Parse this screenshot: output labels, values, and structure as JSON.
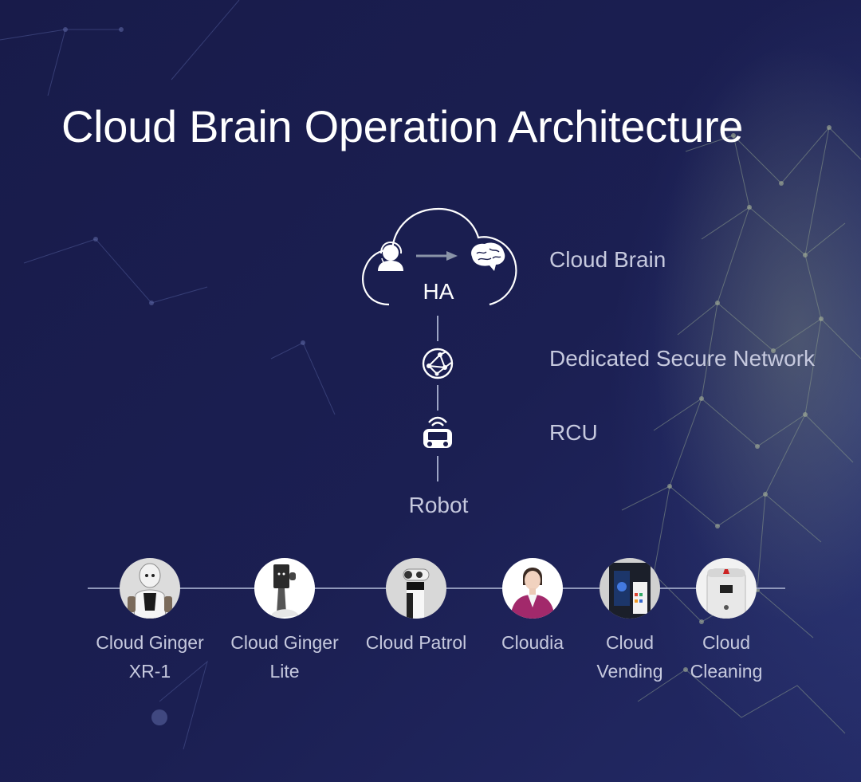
{
  "title": "Cloud Brain Operation Architecture",
  "architecture": {
    "cloud": {
      "label": "HA",
      "left_icon": "agent-headset-icon",
      "arrow": "arrow-right-icon",
      "right_icon": "brain-icon"
    },
    "layers": [
      {
        "name": "Cloud Brain",
        "icon": "cloud-icon"
      },
      {
        "name": "Dedicated Secure Network",
        "icon": "network-globe-icon"
      },
      {
        "name": "RCU",
        "icon": "rcu-device-icon"
      }
    ],
    "bottom_label": "Robot"
  },
  "products": [
    {
      "name": "Cloud Ginger\nXR-1",
      "image": "humanoid-robot"
    },
    {
      "name": "Cloud Ginger\nLite",
      "image": "tablet-robot"
    },
    {
      "name": "Cloud Patrol",
      "image": "patrol-robot"
    },
    {
      "name": "Cloudia",
      "image": "virtual-assistant"
    },
    {
      "name": "Cloud\nVending",
      "image": "vending-machine"
    },
    {
      "name": "Cloud\nCleaning",
      "image": "cleaning-robot"
    }
  ],
  "colors": {
    "background": "#1a1d4d",
    "title": "#ffffff",
    "label": "#c6c9de",
    "connector": "#9ca4c4"
  }
}
